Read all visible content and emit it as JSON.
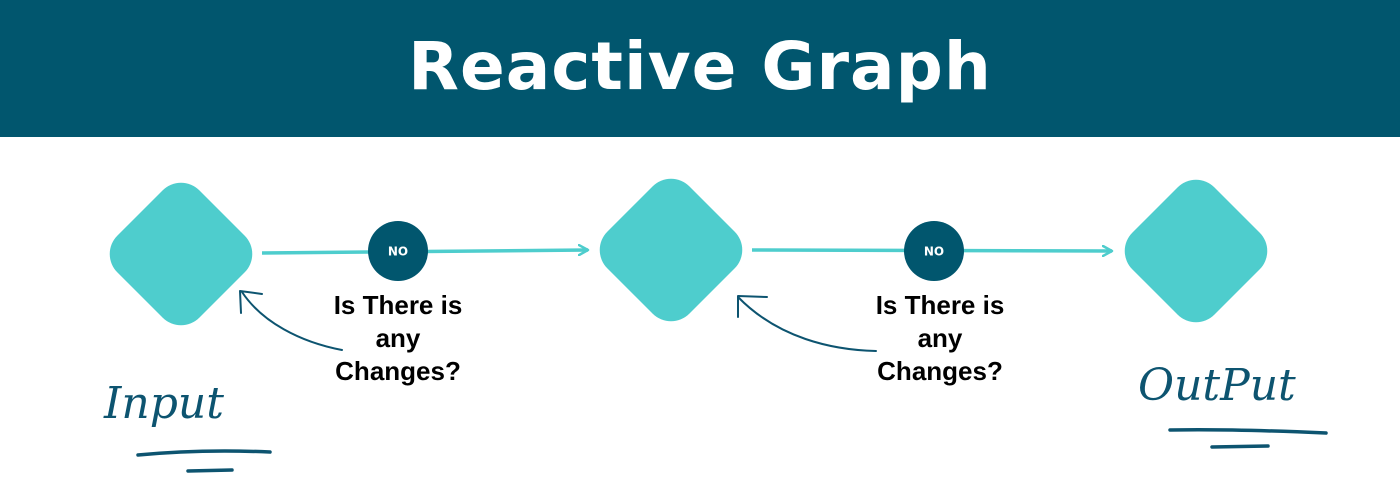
{
  "header": {
    "title": "Reactive Graph"
  },
  "colors": {
    "header_bg": "#01566e",
    "node": "#4ecdcd",
    "badge": "#01566e",
    "ink": "#0d5470"
  },
  "diagram": {
    "nodes": [
      {
        "id": "input"
      },
      {
        "id": "middle"
      },
      {
        "id": "output"
      }
    ],
    "edges": [
      {
        "from": "input",
        "to": "middle",
        "badge": "NO",
        "question": [
          "Is There is",
          "any",
          "Changes?"
        ]
      },
      {
        "from": "middle",
        "to": "output",
        "badge": "NO",
        "question": [
          "Is There is",
          "any",
          "Changes?"
        ]
      }
    ],
    "labels": {
      "input": "Input",
      "output": "OutPut"
    }
  }
}
